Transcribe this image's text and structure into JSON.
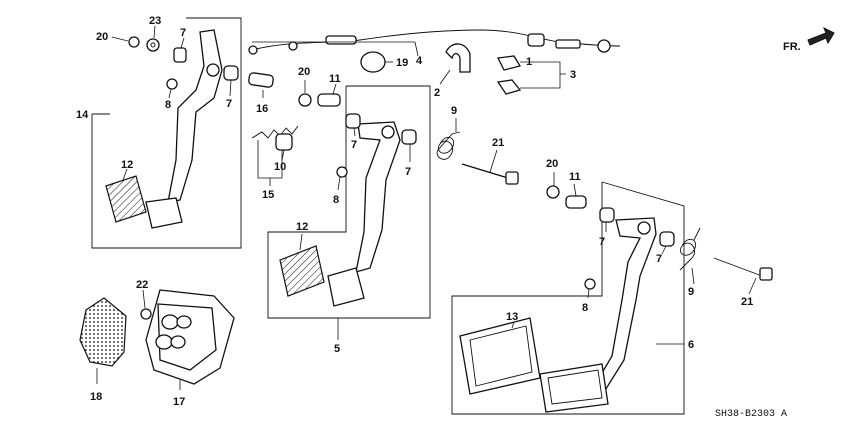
{
  "diagram": {
    "direction_label": "FR.",
    "drawing_code": "SH38-B2303 A",
    "labels": {
      "p1": "1",
      "p2": "2",
      "p3": "3",
      "p4": "4",
      "p5": "5",
      "p6": "6",
      "p7a": "7",
      "p7b": "7",
      "p7c": "7",
      "p7d": "7",
      "p7e": "7",
      "p7f": "7",
      "p8a": "8",
      "p8b": "8",
      "p8c": "8",
      "p9a": "9",
      "p9b": "9",
      "p10": "10",
      "p11a": "11",
      "p11b": "11",
      "p12a": "12",
      "p12b": "12",
      "p13": "13",
      "p14": "14",
      "p15": "15",
      "p16": "16",
      "p17": "17",
      "p18": "18",
      "p19": "19",
      "p20a": "20",
      "p20b": "20",
      "p20c": "20",
      "p21a": "21",
      "p21b": "21",
      "p22": "22",
      "p23": "23"
    }
  }
}
